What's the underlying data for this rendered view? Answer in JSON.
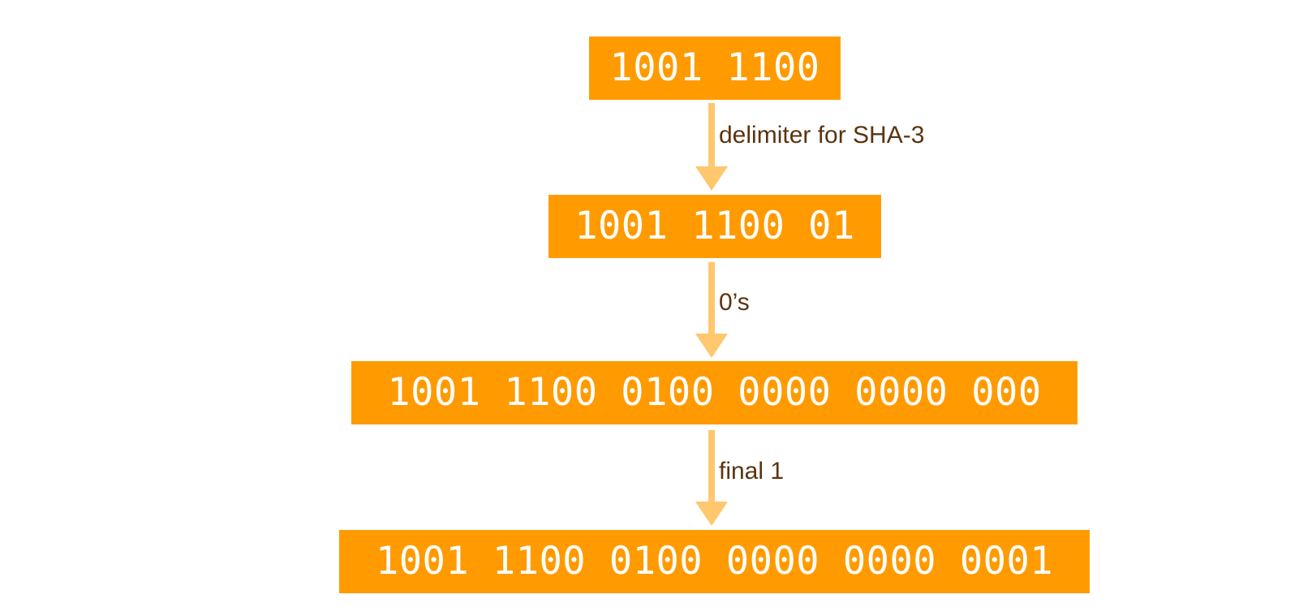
{
  "boxes": [
    {
      "text": "1001 1100"
    },
    {
      "text": "1001 1100 01"
    },
    {
      "text": "1001 1100 0100 0000 0000 000"
    },
    {
      "text": "1001 1100 0100 0000 0000 0001"
    }
  ],
  "steps": [
    {
      "label": "delimiter for SHA-3"
    },
    {
      "label": "0’s"
    },
    {
      "label": "final 1"
    }
  ],
  "colors": {
    "box_fill": "#FF9B00",
    "box_text": "#FFFFFF",
    "arrow": "#FFC76E",
    "label_text": "#5A3410"
  }
}
